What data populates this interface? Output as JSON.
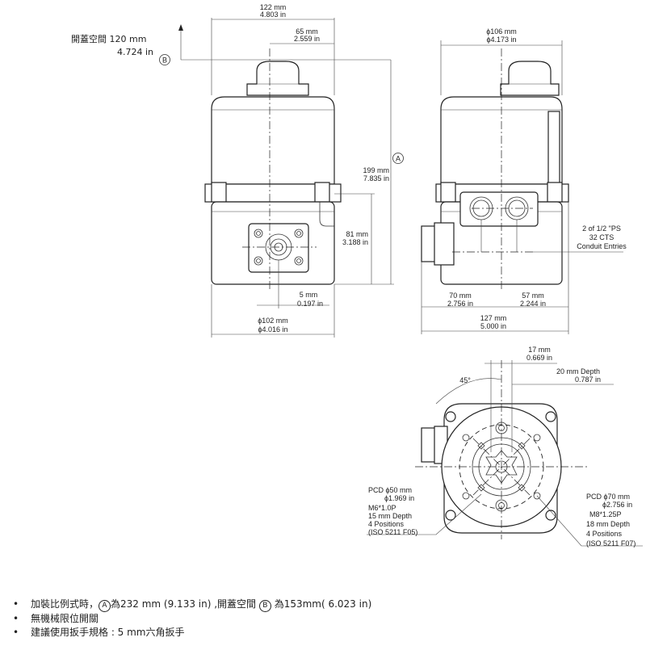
{
  "front_view": {
    "overall_width_mm": "122 mm",
    "overall_width_in": "4.803 in",
    "offset_mm": "65 mm",
    "offset_in": "2.559 in",
    "open_space_label": "開蓋空間 120 mm",
    "open_space_in": "4.724 in",
    "marker_b": "B",
    "marker_a": "A",
    "height_mm": "199 mm",
    "height_in": "7.835 in",
    "lower_height_mm": "81 mm",
    "lower_height_in": "3.188 in",
    "shaft_offset_mm": "5 mm",
    "shaft_offset_in": "0.197 in",
    "base_dia_mm": "ϕ102 mm",
    "base_dia_in": "ϕ4.016 in"
  },
  "side_view": {
    "cover_dia_mm": "ϕ106 mm",
    "cover_dia_in": "ϕ4.173 in",
    "conduit_line1": "2 of 1/2 \"PS",
    "conduit_line2": "32 CTS",
    "conduit_line3": "Conduit Entries",
    "left_mm": "70 mm",
    "left_in": "2.756 in",
    "right_mm": "57 mm",
    "right_in": "2.244 in",
    "total_mm": "127 mm",
    "total_in": "5.000 in"
  },
  "bottom_view": {
    "flat_mm": "17 mm",
    "flat_in": "0.669 in",
    "angle": "45°",
    "depth_mm": "20 mm Depth",
    "depth_in": "0.787 in",
    "f05_lines": [
      "PCD ϕ50 mm",
      "ϕ1.969 in",
      "M6*1.0P",
      "15 mm Depth",
      "4 Positions",
      "(ISO 5211 F05)"
    ],
    "f07_lines": [
      "PCD ϕ70 mm",
      "ϕ2.756 in",
      "M8*1.25P",
      "18 mm Depth",
      "4 Positions",
      "(ISO 5211 F07)"
    ]
  },
  "notes": {
    "bullet": "•",
    "n1_pre": "加裝比例式時，",
    "n1_a": "A",
    "n1_mid": "為232 mm (9.133 in) ,開蓋空間",
    "n1_b": "B",
    "n1_post": "為153mm( 6.023 in)",
    "n2": "無機械限位開關",
    "n3": "建議使用扳手規格 : 5 mm六角扳手"
  }
}
